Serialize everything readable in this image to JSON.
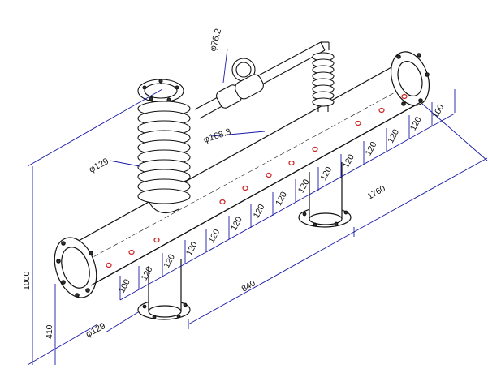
{
  "labels": {
    "d76": "φ76.2",
    "d168": "φ168.3",
    "d129_top": "φ129",
    "d129_bottom": "φ129"
  },
  "dims": {
    "overall_height": "1000",
    "lower_height": "410",
    "span_840": "840",
    "span_1760": "1760",
    "spacing": [
      "100",
      "120",
      "120",
      "120",
      "120",
      "120",
      "120",
      "120",
      "120",
      "120",
      "120",
      "120",
      "120",
      "120",
      "100"
    ]
  },
  "colors": {
    "line": "#111111",
    "dimension": "#1a1aa8",
    "port": "#cc2222"
  }
}
